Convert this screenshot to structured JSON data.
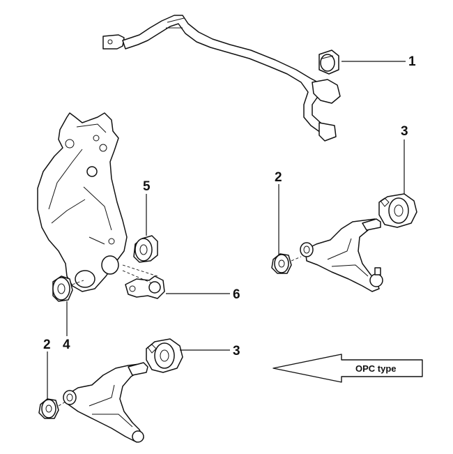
{
  "callouts": [
    {
      "id": "c1",
      "label": "1"
    },
    {
      "id": "c3a",
      "label": "3"
    },
    {
      "id": "c2a",
      "label": "2"
    },
    {
      "id": "c5",
      "label": "5"
    },
    {
      "id": "c6",
      "label": "6"
    },
    {
      "id": "c2b",
      "label": "2"
    },
    {
      "id": "c4",
      "label": "4"
    },
    {
      "id": "c3b",
      "label": "3"
    }
  ],
  "arrow": {
    "label": "OPC type"
  }
}
